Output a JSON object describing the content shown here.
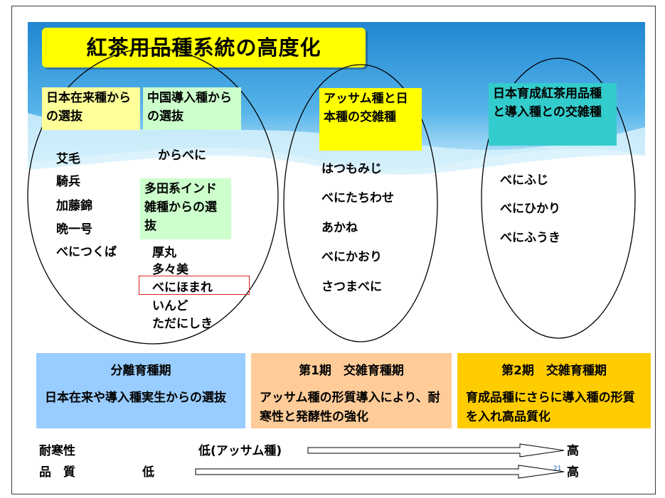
{
  "slide": {
    "title": "紅茶用品種系統の高度化",
    "slide_number": "21"
  },
  "group1": {
    "header_native": "日本在来種からの選抜",
    "header_china": "中国導入種からの選抜",
    "native_items": [
      "艾毛",
      "騎兵",
      "加藤錦",
      "晩一号",
      "べにつくば"
    ],
    "china_items": [
      "からべに"
    ],
    "header_hybrid": "多田系インド雑種からの選抜",
    "hybrid_items": [
      "厚丸",
      "多々美",
      "べにほまれ",
      "いんど",
      "ただにしき"
    ]
  },
  "group2": {
    "header": "アッサム種と日本種の交雑種",
    "items": [
      "はつもみじ",
      "べにたちわせ",
      "あかね",
      "べにかおり",
      "さつまべに"
    ]
  },
  "group3": {
    "header": "日本育成紅茶用品種と導入種との交雑種",
    "items": [
      "べにふじ",
      "べにひかり",
      "べにふうき"
    ]
  },
  "periods": [
    {
      "title": "分離育種期",
      "desc": "日本在来や導入種実生からの選抜",
      "color": "#99ccff"
    },
    {
      "title": "第1期　交雑育種期",
      "desc": "アッサム種の形質導入により、耐寒性と発酵性の強化",
      "color": "#ffcc99"
    },
    {
      "title": "第2期　交雑育種期",
      "desc": "育成品種にさらに導入種の形質を入れ高品質化",
      "color": "#ffcc00"
    }
  ],
  "scale": {
    "cold_label": "耐寒性",
    "cold_low": "低(アッサム種)",
    "cold_high": "高",
    "quality_label": "品　質",
    "quality_low": "低",
    "quality_high": "高"
  },
  "colors": {
    "title_bg": "#ffff00",
    "wave_top": "#2a8fd6",
    "wave_light": "#bfe6fa",
    "highlight_border": "#e02020"
  }
}
